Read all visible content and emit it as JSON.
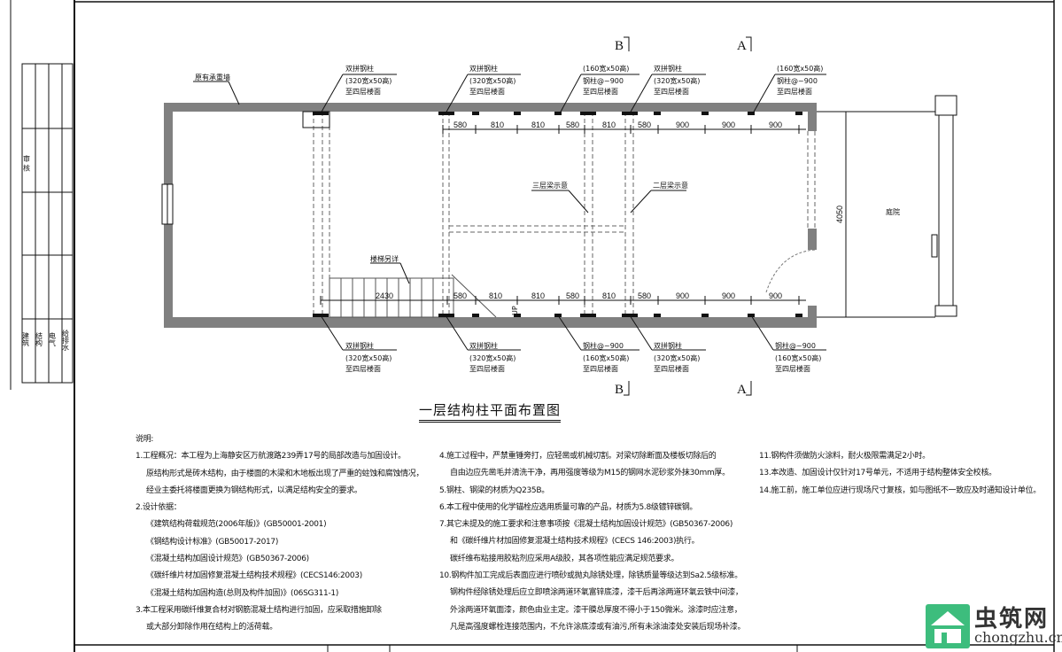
{
  "title_block": {
    "row_label": "审 核",
    "disciplines": [
      "建筑",
      "结构",
      "电气",
      "给排水"
    ]
  },
  "drawing": {
    "title": "一层结构柱平面布置图",
    "section_marks": {
      "b": "B",
      "a": "A"
    },
    "wall_label": "原有承重墙",
    "stair_label": "楼梯另详",
    "beam3_label": "三层梁示意",
    "beam2_label": "二层梁示意",
    "yard_label": "庭院",
    "height_dim": "4050",
    "up_label": "UP",
    "double_col": {
      "l1": "双拼钢柱",
      "l2": "(320宽x50高)",
      "l3": "至四层楼面"
    },
    "single_col": {
      "l1": "钢柱@~900",
      "l2": "(160宽x50高)",
      "l3": "至四层楼面"
    },
    "top_dims": [
      "580",
      "810",
      "810",
      "580",
      "810",
      "580",
      "900",
      "900",
      "900"
    ],
    "bottom_dims": [
      "2430",
      "580",
      "810",
      "810",
      "580",
      "810",
      "580",
      "900",
      "900",
      "900"
    ]
  },
  "notes": {
    "heading": "说明:",
    "col1": [
      "1.工程概况：本工程为上海静安区万航渡路239弄17号的局部改造与加固设计。",
      "原结构形式是砖木结构，由于楼面的木梁和木地板出现了严重的蛀蚀和腐蚀情况，",
      "经业主委托将楼面更换为钢结构形式，以满足结构安全的要求。",
      "2.设计依据：",
      "《建筑结构荷载规范(2006年版)》(GB50001-2001)",
      "《钢结构设计标准》(GB50017-2017)",
      "《混凝土结构加固设计规范》(GB50367-2006)",
      "《碳纤维片材加固修复混凝土结构技术规程》(CECS146:2003)",
      "《混凝土结构加固构造(总则及构件加固)》(06SG311-1)",
      "3.本工程采用碳纤维复合材对钢筋混凝土结构进行加固，应采取措施卸除",
      "或大部分卸除作用在结构上的活荷载。"
    ],
    "col2": [
      "4.施工过程中，严禁重锤旁打，应轻凿或机械切割。对梁切除断面及楼板切除后的",
      "自由边应先凿毛并清洗干净，再用强度等级为M15的钢网水泥砂浆外抹30mm厚。",
      "5.钢柱、钢梁的材质为Q235B。",
      "6.本工程中使用的化学锚栓应选用质量可靠的产品，材质为5.8级镀锌碳钢。",
      "7.其它未提及的施工要求和注意事项按《混凝土结构加固设计规范》(GB50367-2006)",
      "和《碳纤维片材加固修复混凝土结构技术规程》(CECS 146:2003)执行。",
      "碳纤维布粘接用胶粘剂应采用A级胶，其各项性能应满足规范要求。",
      "10.钢构件加工完成后表面应进行喷砂或抛丸除锈处理，除锈质量等级达到Sa2.5级标准。",
      "钢构件经除锈处理后应立即喷涂两道环氧富锌底漆，漆干后再涂两道环氧云铁中间漆，",
      "外涂两道环氧面漆，颜色由业主定。漆干膜总厚度不得小于150微米。涂漆时应注意，",
      "凡是高强度螺栓连接范围内，不允许涂底漆或有油污,所有未涂油漆处安装后现场补漆。"
    ],
    "col3": [
      "11.钢构件须做防火涂料，耐火极限需满足2小时。",
      "13.本改造、加固设计仅针对17号单元，不适用于结构整体安全校核。",
      "14.施工前，施工单位应进行现场尺寸复核，如与图纸不一致应及时通知设计单位。"
    ]
  },
  "watermark": {
    "name": "虫筑网",
    "url": "chongzhu.cn"
  },
  "colors": {
    "wall": "#808080",
    "line": "#111111",
    "logo": "#3dbd7d"
  }
}
